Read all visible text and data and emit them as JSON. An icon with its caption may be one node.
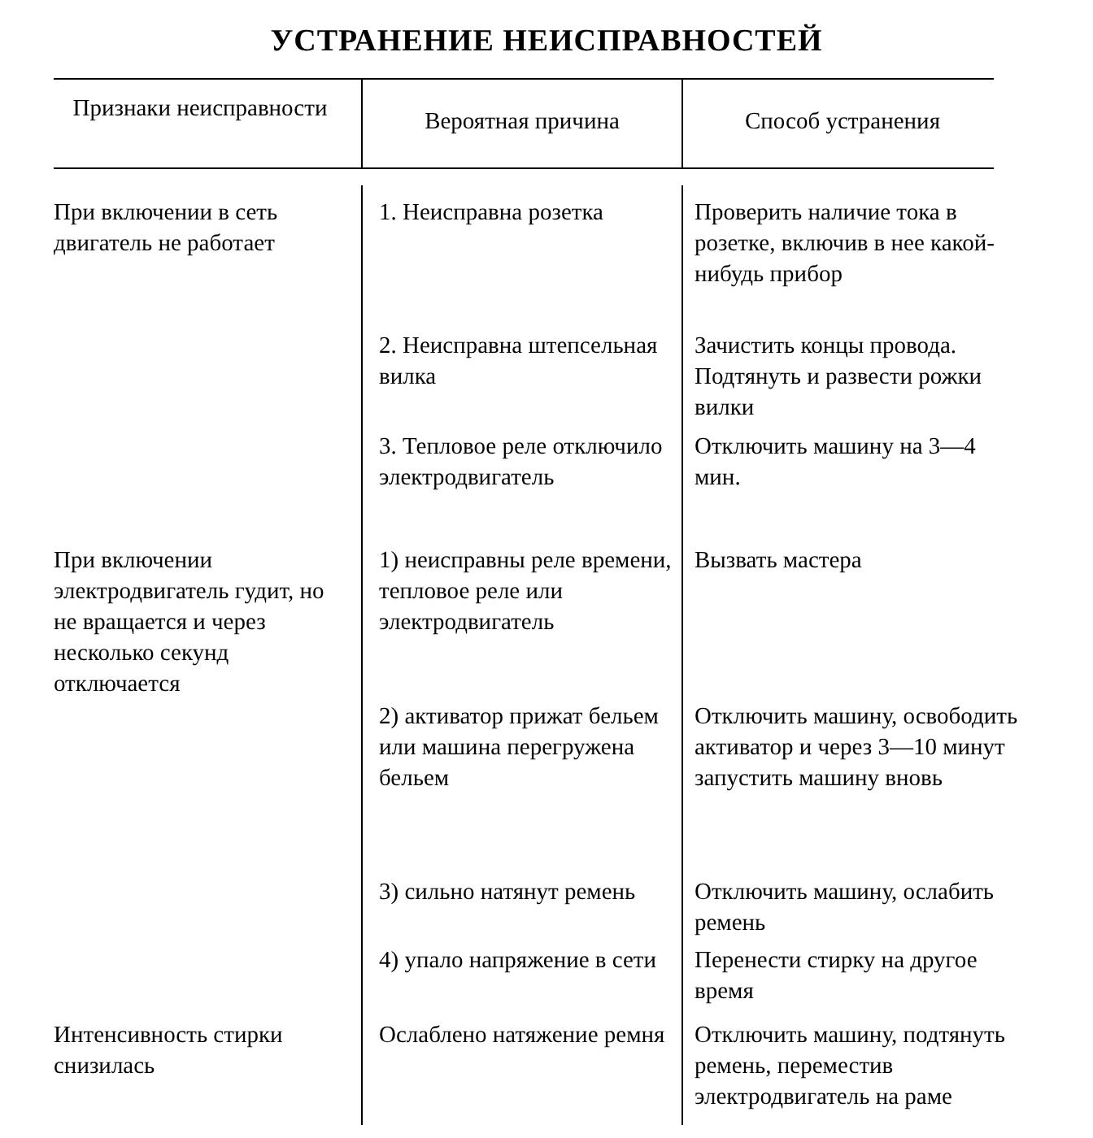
{
  "diagram": {
    "title": "УСТРАНЕНИЕ НЕИСПРАВНОСТЕЙ",
    "labels": [
      "Признаки неисправности",
      "Вероятная причина",
      "Способ устранения",
      "При включении в сеть двигатель не работает",
      "1. Неисправна розетка",
      "Проверить наличие тока в розетке, включив в нее какой-нибудь прибор",
      "2. Неисправна штепсельная вилка",
      "Зачистить концы провода. Подтянуть и развести рожки вилки",
      "3. Тепловое реле отключило электродвигатель",
      "Отключить машину на 3—4 мин.",
      "При включении электродвигатель гудит, но не вращается и через несколько секунд отключается",
      "1) неисправны реле времени, тепловое реле или электродвигатель",
      "Вызвать мастера",
      "2) активатор прижат бельем или машина перегружена бельем",
      "Отключить машину, освободить активатор и через 3—10 минут запустить машину вновь",
      "3) сильно натянут ремень",
      "Отключить машину, ослабить ремень",
      "4) упало напряжение в сети",
      "Перенести стирку на другое время",
      "Интенсивность стирки снизилась",
      "Ослаблено натяжение ремня",
      "Отключить машину, подтянуть ремень, переместив электродвигатель на раме"
    ]
  }
}
